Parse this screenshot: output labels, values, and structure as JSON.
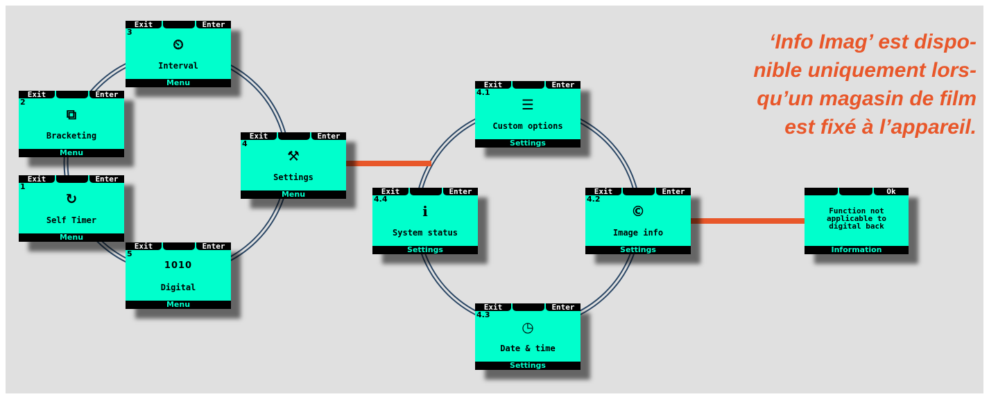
{
  "note": {
    "line1": "‘Info Imag’ est dispo-",
    "line2": "nible uniquement lors-",
    "line3": "qu’un magasin de film",
    "line4": "est fixé à l’appareil."
  },
  "screens": {
    "interval": {
      "left": "Exit",
      "mid": "",
      "right": "Enter",
      "num": "3",
      "icon": "interval-timer-icon",
      "glyph": "⏲",
      "title": "Interval",
      "bottom": "Menu"
    },
    "bracketing": {
      "left": "Exit",
      "mid": "",
      "right": "Enter",
      "num": "2",
      "icon": "bracketing-icon",
      "glyph": "⧉",
      "title": "Bracketing",
      "bottom": "Menu"
    },
    "selftimer": {
      "left": "Exit",
      "mid": "",
      "right": "Enter",
      "num": "1",
      "icon": "self-timer-icon",
      "glyph": "↻",
      "title": "Self Timer",
      "bottom": "Menu"
    },
    "digital": {
      "left": "Exit",
      "mid": "",
      "right": "Enter",
      "num": "5",
      "icon": "digital-icon",
      "glyph": "1010",
      "title": "Digital",
      "bottom": "Menu"
    },
    "settings": {
      "left": "Exit",
      "mid": "",
      "right": "Enter",
      "num": "4",
      "icon": "settings-hammer-icon",
      "glyph": "⚒",
      "title": "Settings",
      "bottom": "Menu"
    },
    "custom": {
      "left": "Exit",
      "mid": "",
      "right": "Enter",
      "num": "4.1",
      "icon": "custom-options-icon",
      "glyph": "☰",
      "title": "Custom options",
      "bottom": "Settings"
    },
    "system": {
      "left": "Exit",
      "mid": "",
      "right": "Enter",
      "num": "4.4",
      "icon": "info-icon",
      "glyph": "i",
      "title": "System status",
      "bottom": "Settings"
    },
    "imageinfo": {
      "left": "Exit",
      "mid": "",
      "right": "Enter",
      "num": "4.2",
      "icon": "copyright-icon",
      "glyph": "©",
      "title": "Image info",
      "bottom": "Settings"
    },
    "datetime": {
      "left": "Exit",
      "mid": "",
      "right": "Enter",
      "num": "4.3",
      "icon": "clock-calendar-icon",
      "glyph": "◷",
      "title": "Date & time",
      "bottom": "Settings"
    },
    "info": {
      "left": "",
      "mid": "",
      "right": "Ok",
      "message1": "Function not",
      "message2": "applicable to",
      "message3": "digital back",
      "bottom": "Information"
    }
  },
  "colors": {
    "screen": "#00ffcc",
    "connector": "#e8572a",
    "ring": "#3a5a7a",
    "note": "#e8572a"
  }
}
